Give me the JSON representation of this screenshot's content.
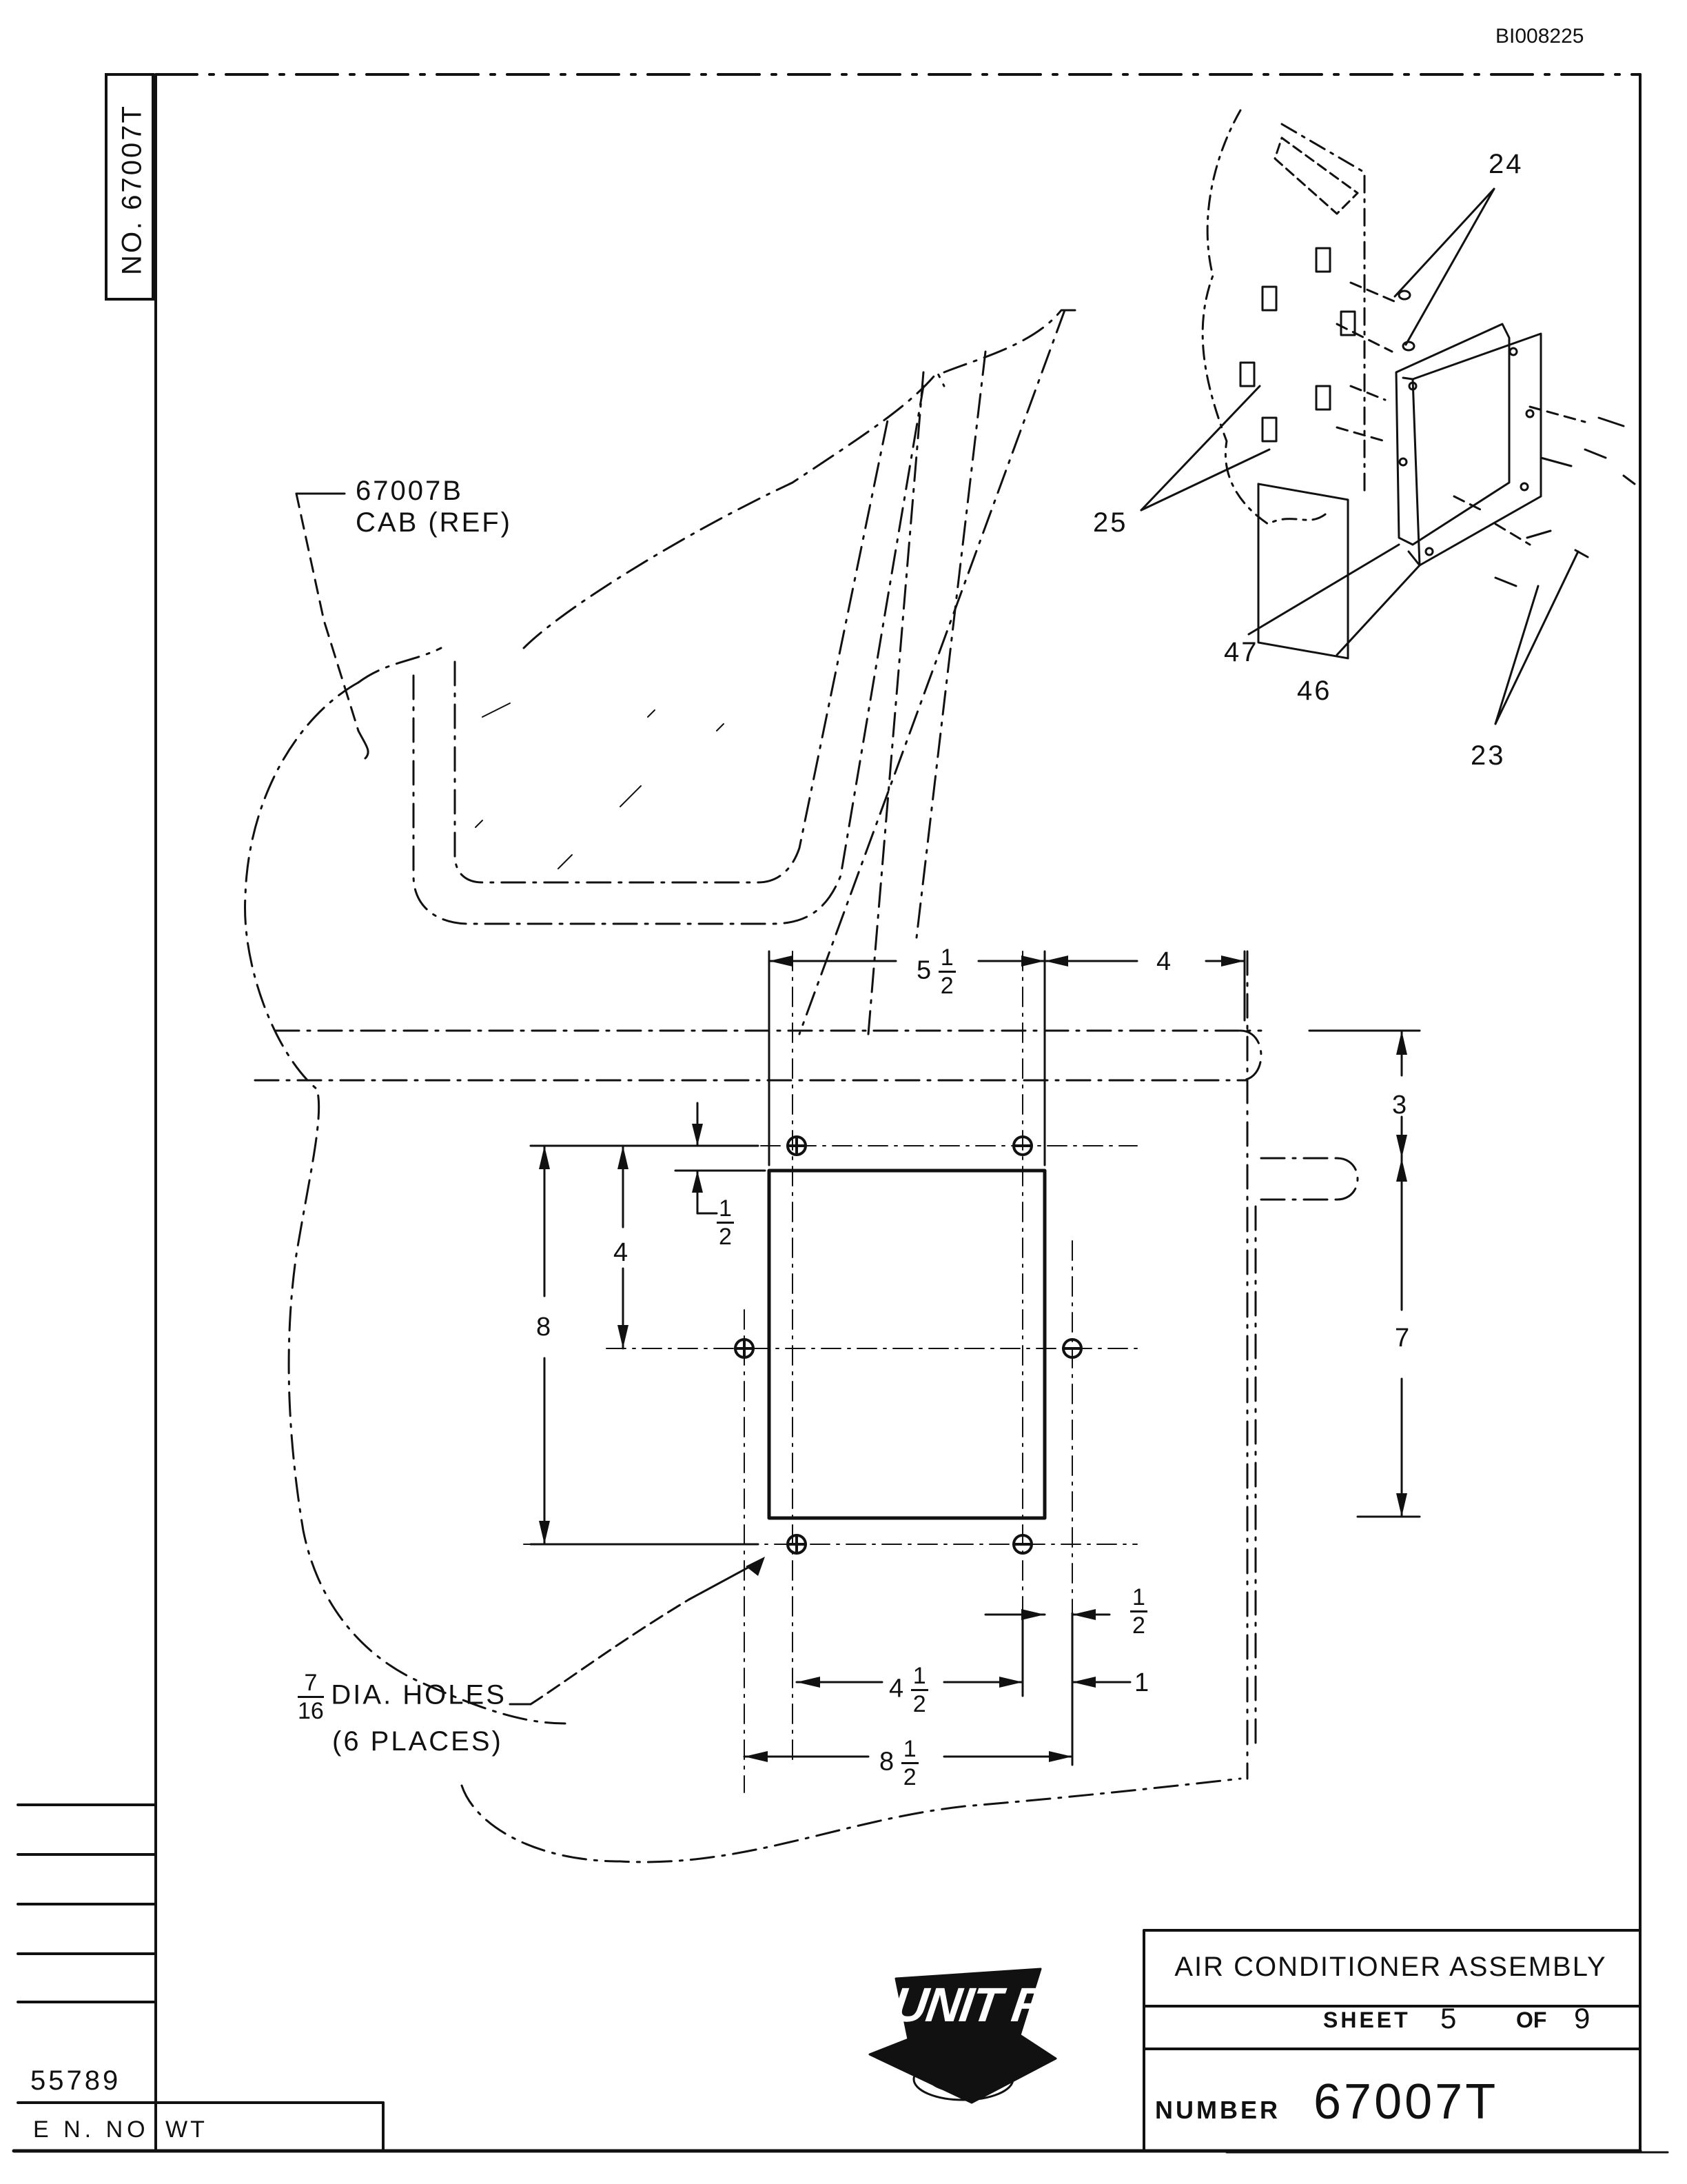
{
  "document_id": "BI008225",
  "side_number": "NO. 67007T",
  "callouts": {
    "cab_ref_line1": "67007B",
    "cab_ref_line2": "CAB (REF)",
    "item_24": "24",
    "item_25": "25",
    "item_47": "47",
    "item_46": "46",
    "item_23": "23",
    "holes_frac_num": "7",
    "holes_frac_den": "16",
    "holes_line1": "DIA. HOLES",
    "holes_line2": "(6 PLACES)"
  },
  "dimensions": {
    "top_left_whole": "5",
    "top_left_num": "1",
    "top_left_den": "2",
    "top_right": "4",
    "right_upper": "3",
    "right_lower": "7",
    "left_outer": "8",
    "left_inner": "4",
    "offset_num": "1",
    "offset_den": "2",
    "side_offset_num": "1",
    "side_offset_den": "2",
    "side_one": "1",
    "bottom_inner_whole": "4",
    "bottom_inner_num": "1",
    "bottom_inner_den": "2",
    "bottom_outer_whole": "8",
    "bottom_outer_num": "1",
    "bottom_outer_den": "2"
  },
  "title_block": {
    "title": "AIR CONDITIONER ASSEMBLY",
    "sheet_label": "SHEET",
    "sheet_number": "5",
    "of_label": "OF",
    "sheet_total": "9",
    "number_label": "NUMBER",
    "number_value": "67007T",
    "logo_text": "UNIT RIG",
    "en_no_value": "55789",
    "en_no_label": "E N. NO",
    "wt_label": "WT"
  },
  "colors": {
    "ink": "#111111",
    "paper": "#ffffff"
  }
}
